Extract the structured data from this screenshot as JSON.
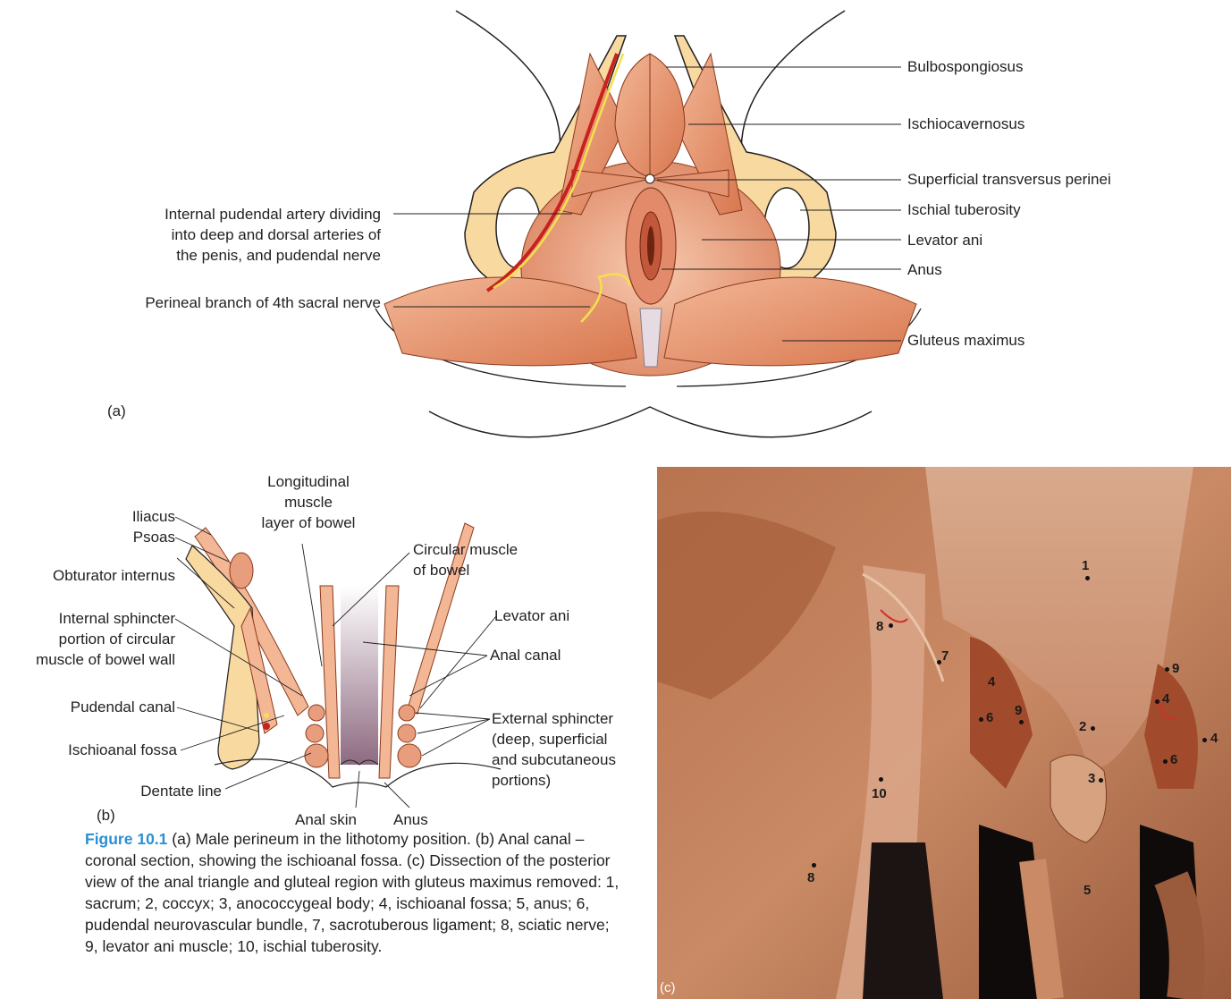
{
  "panel_a": {
    "letter": "(a)",
    "labels_right": [
      {
        "id": "bulbospongiosus",
        "text": "Bulbospongiosus"
      },
      {
        "id": "ischiocavernosus",
        "text": "Ischiocavernosus"
      },
      {
        "id": "superficial-transversus",
        "text": "Superficial transversus perinei"
      },
      {
        "id": "ischial-tuberosity",
        "text": "Ischial tuberosity"
      },
      {
        "id": "levator-ani",
        "text": "Levator ani"
      },
      {
        "id": "anus",
        "text": "Anus"
      },
      {
        "id": "gluteus-maximus",
        "text": "Gluteus maximus"
      }
    ],
    "labels_left": {
      "pudendal_line1": "Internal pudendal artery dividing",
      "pudendal_line2": "into deep and dorsal arteries of",
      "pudendal_line3": "the penis, and pudendal nerve",
      "perineal": "Perineal branch of 4th sacral nerve"
    }
  },
  "panel_b": {
    "letter": "(b)",
    "iliacus": "Iliacus",
    "psoas": "Psoas",
    "obturator": "Obturator internus",
    "internal_sphincter_1": "Internal sphincter",
    "internal_sphincter_2": "portion of circular",
    "internal_sphincter_3": "muscle of bowel wall",
    "pudendal_canal": "Pudendal canal",
    "ischioanal_fossa": "Ischioanal fossa",
    "dentate_line": "Dentate line",
    "longitudinal_1": "Longitudinal",
    "longitudinal_2": "muscle",
    "longitudinal_3": "layer of bowel",
    "circular_1": "Circular muscle",
    "circular_2": "of bowel",
    "levator_ani": "Levator ani",
    "anal_canal": "Anal canal",
    "external_1": "External sphincter",
    "external_2": "(deep, superficial",
    "external_3": "and subcutaneous",
    "external_4": "portions)",
    "anal_skin": "Anal skin",
    "anus": "Anus"
  },
  "panel_c": {
    "letter": "(c)",
    "numbers": [
      "1",
      "2",
      "3",
      "4",
      "4",
      "4",
      "5",
      "6",
      "6",
      "7",
      "8",
      "8",
      "9",
      "9",
      "10"
    ]
  },
  "caption": {
    "figure_label": "Figure 10.1",
    "text": " (a) Male perineum in the lithotomy position. (b) Anal canal – coronal section, showing the ischioanal fossa. (c) Dissection of the posterior view of the anal triangle and gluteal region with gluteus maximus removed: 1, sacrum; 2, coccyx; 3, anococcygeal body; 4, ischioanal fossa; 5, anus; 6, pudendal neurovascular bundle, 7, sacrotuberous ligament; 8, sciatic nerve; 9, levator ani muscle; 10, ischial tuberosity."
  },
  "colors": {
    "muscle": "#e9a07e",
    "muscle_dark": "#c9633f",
    "bone": "#f8d9a0",
    "artery": "#c8211e",
    "nerve": "#f4e04d",
    "caption_accent": "#2a8fd1"
  }
}
